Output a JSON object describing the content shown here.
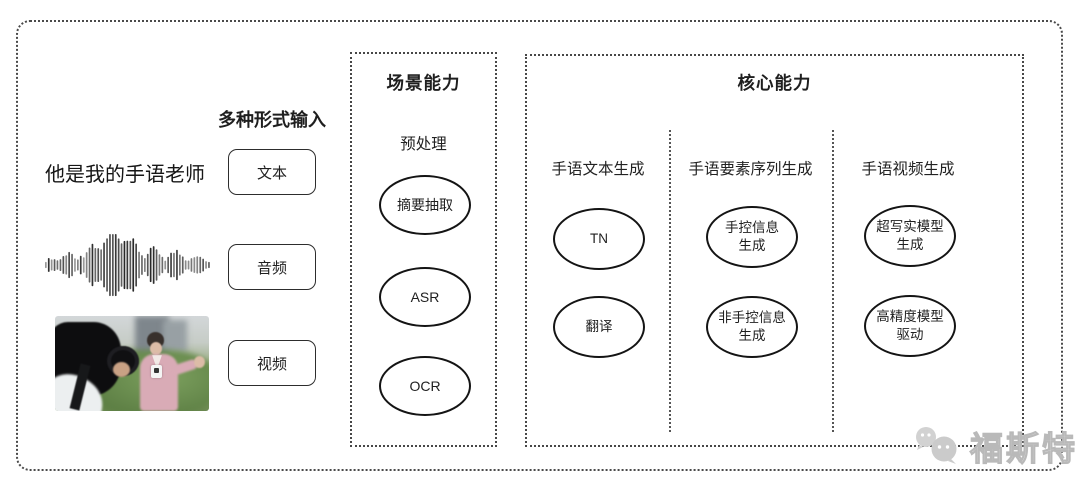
{
  "input_section": {
    "heading": "多种形式输入",
    "text_sample": "他是我的手语老师",
    "text_button": "文本",
    "audio_button": "音频",
    "video_button": "视频"
  },
  "scene_box": {
    "title": "场景能力",
    "stage_label": "预处理",
    "nodes": [
      {
        "label": "摘要抽取"
      },
      {
        "label": "ASR"
      },
      {
        "label": "OCR"
      }
    ]
  },
  "core_box": {
    "title": "核心能力",
    "columns": [
      {
        "header": "手语文本生成",
        "nodes": [
          {
            "line1": "TN",
            "line2": ""
          },
          {
            "line1": "翻译",
            "line2": ""
          }
        ]
      },
      {
        "header": "手语要素序列生成",
        "nodes": [
          {
            "line1": "手控信息",
            "line2": "生成"
          },
          {
            "line1": "非手控信息",
            "line2": "生成"
          }
        ]
      },
      {
        "header": "手语视频生成",
        "nodes": [
          {
            "line1": "超写实模型",
            "line2": "生成"
          },
          {
            "line1": "高精度模型",
            "line2": "驱动"
          }
        ]
      }
    ]
  },
  "watermark": {
    "brand": "福斯特",
    "icon": "wechat-bubbles-icon"
  },
  "colors": {
    "border_dotted": "#4a4a4a",
    "node_border": "#141414",
    "text": "#1f1f1f",
    "watermark_gray": "#c9c9c9",
    "reporter_pink": "#d9abb6",
    "hedge_green": "#6d8a52"
  }
}
